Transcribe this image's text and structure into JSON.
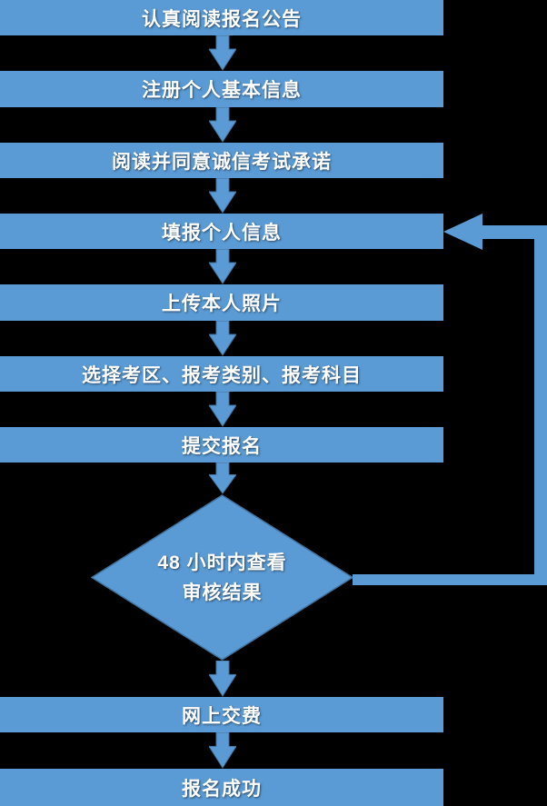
{
  "colors": {
    "background": "#000000",
    "shape_fill": "#5B9BD5",
    "shape_border": "#41719C",
    "text": "#FFFFFF"
  },
  "flowchart": {
    "steps": [
      {
        "label": "认真阅读报名公告"
      },
      {
        "label": "注册个人基本信息"
      },
      {
        "label": "阅读并同意诚信考试承诺"
      },
      {
        "label": "填报个人信息"
      },
      {
        "label": "上传本人照片"
      },
      {
        "label": "选择考区、报考类别、报考科目"
      },
      {
        "label": "提交报名"
      }
    ],
    "decision": {
      "line1": "48 小时内查看",
      "line2": "审核结果"
    },
    "final_steps": [
      {
        "label": "网上交费"
      },
      {
        "label": "报名成功"
      }
    ]
  }
}
